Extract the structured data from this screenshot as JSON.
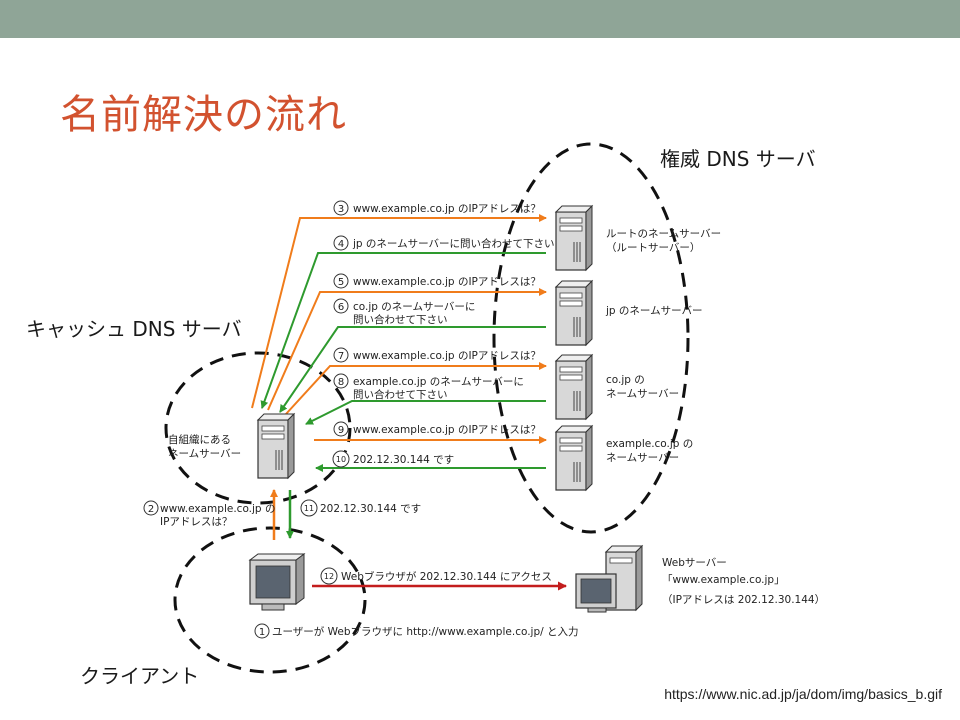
{
  "slide": {
    "title": "名前解決の流れ",
    "source_url": "https://www.nic.ad.jp/ja/dom/img/basics_b.gif"
  },
  "groups": {
    "authoritative": "権威 DNS サーバ",
    "cache": "キャッシュ DNS サーバ",
    "client": "クライアント"
  },
  "servers": {
    "root": [
      "ルートのネームサーバー",
      "（ルートサーバー）"
    ],
    "jp": [
      "jp のネームサーバー"
    ],
    "cojp": [
      "co.jp の",
      "ネームサーバー"
    ],
    "example": [
      "example.co.jp の",
      "ネームサーバー"
    ],
    "local": [
      "自組織にある",
      "ネームサーバー"
    ],
    "web": [
      "Webサーバー",
      "「www.example.co.jp」",
      "（IPアドレスは 202.12.30.144）"
    ]
  },
  "steps": {
    "s1": {
      "num": "1",
      "text": "ユーザーが Webブラウザに http://www.example.co.jp/ と入力"
    },
    "s2": {
      "num": "2",
      "lines": [
        "www.example.co.jp の",
        "IPアドレスは？"
      ]
    },
    "s3": {
      "num": "3",
      "text": "www.example.co.jp のIPアドレスは？"
    },
    "s4": {
      "num": "4",
      "text": "jp のネームサーバーに問い合わせて下さい"
    },
    "s5": {
      "num": "5",
      "text": "www.example.co.jp のIPアドレスは？"
    },
    "s6": {
      "num": "6",
      "lines": [
        "co.jp のネームサーバーに",
        "問い合わせて下さい"
      ]
    },
    "s7": {
      "num": "7",
      "text": "www.example.co.jp のIPアドレスは？"
    },
    "s8": {
      "num": "8",
      "lines": [
        "example.co.jp のネームサーバーに",
        "問い合わせて下さい"
      ]
    },
    "s9": {
      "num": "9",
      "text": "www.example.co.jp のIPアドレスは？"
    },
    "s10": {
      "num": "10",
      "text": "202.12.30.144 です"
    },
    "s11": {
      "num": "11",
      "text": "202.12.30.144 です"
    },
    "s12": {
      "num": "12",
      "text": "Webブラウザが 202.12.30.144 にアクセス"
    }
  },
  "colors": {
    "title": "#d2522f",
    "header_bar": "#8fa597",
    "query_arrow": "#f07c1b",
    "response_arrow": "#2e9a2e",
    "access_arrow": "#c31d1d"
  },
  "icons": [
    "server-tower-icon",
    "desktop-computer-icon",
    "web-server-icon"
  ]
}
